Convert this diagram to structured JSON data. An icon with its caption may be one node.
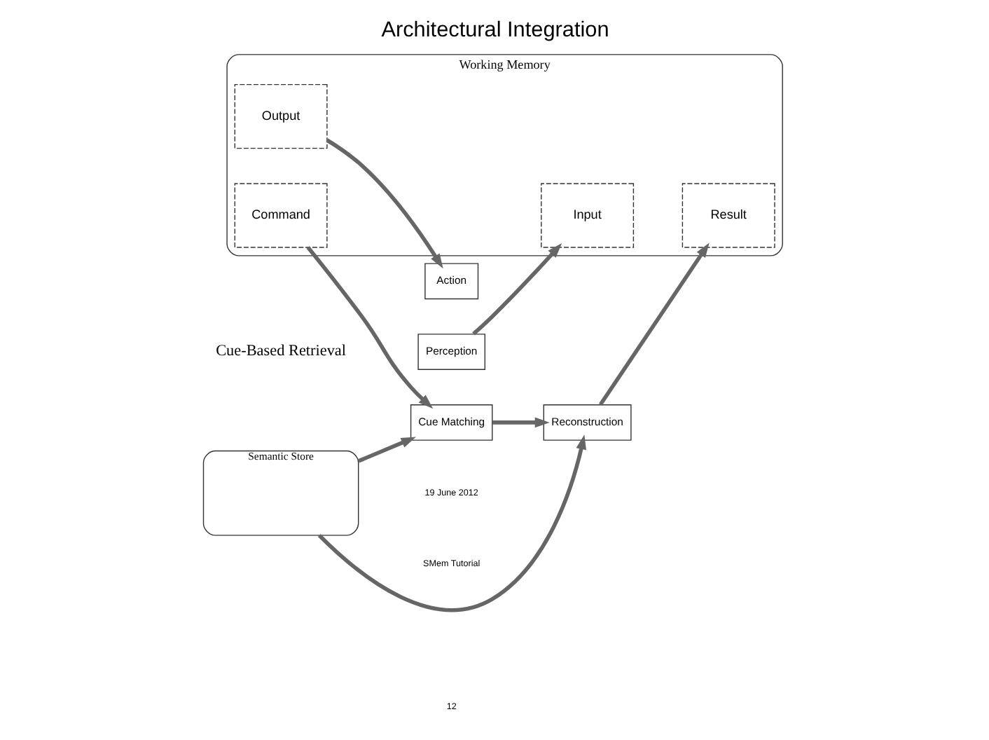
{
  "diagram": {
    "title": "Architectural Integration",
    "nodes": [
      {
        "text": [
          "Working Memory"
        ]
      },
      {
        "text": [
          "Input"
        ],
        "in": 0
      },
      {
        "text": [
          "Command"
        ],
        "in": 0
      },
      {
        "text": [
          "Perception"
        ]
      },
      {
        "text": [
          "Output"
        ],
        "in": 0
      },
      {
        "text": [
          "Result"
        ],
        "in": 0
      },
      {
        "text": [
          "Cue Matching"
        ]
      },
      {
        "text": [
          "Action"
        ]
      },
      {
        "text": [
          "Reconstruction"
        ]
      },
      {
        "text": [
          "Semantic Store"
        ]
      }
    ],
    "edges": [
      {
        "from": 3,
        "to": 1,
        "arrow": "to"
      },
      {
        "from": 2,
        "to": 6,
        "arrow": "to"
      },
      {
        "from": 4,
        "to": 7,
        "arrow": "to"
      },
      {
        "from": 6,
        "to": 8,
        "arrow": "to"
      },
      {
        "from": 8,
        "to": 5,
        "arrow": "to"
      },
      {
        "from": 9,
        "to": 8,
        "arrow": "to"
      },
      {
        "from": 9,
        "to": 6,
        "arrow": "to"
      }
    ],
    "labels": [
      "Cue-Based Retrieval",
      "19 June 2012",
      "SMem Tutorial",
      "12"
    ]
  }
}
